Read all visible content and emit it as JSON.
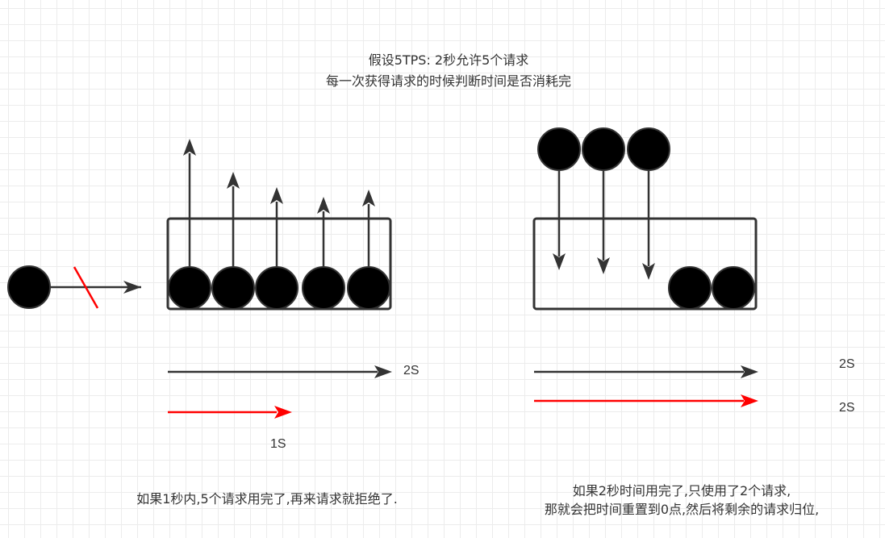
{
  "title": {
    "line1": "假设5TPS: 2秒允许5个请求",
    "line2": "每一次获得请求的时候判断时间是否消耗完"
  },
  "left_scenario": {
    "axis_black_label": "2S",
    "axis_red_label": "1S",
    "caption": "如果1秒内,5个请求用完了,再来请求就拒绝了."
  },
  "right_scenario": {
    "axis_black_label": "2S",
    "axis_red_label": "2S",
    "caption_line1": "如果2秒时间用完了,只使用了2个请求,",
    "caption_line2": "那就会把时间重置到0点,然后将剩余的请求归位,"
  },
  "colors": {
    "stroke": "#333333",
    "request_fill": "#000000",
    "reject": "#ff0000",
    "grid": "#ececec"
  }
}
